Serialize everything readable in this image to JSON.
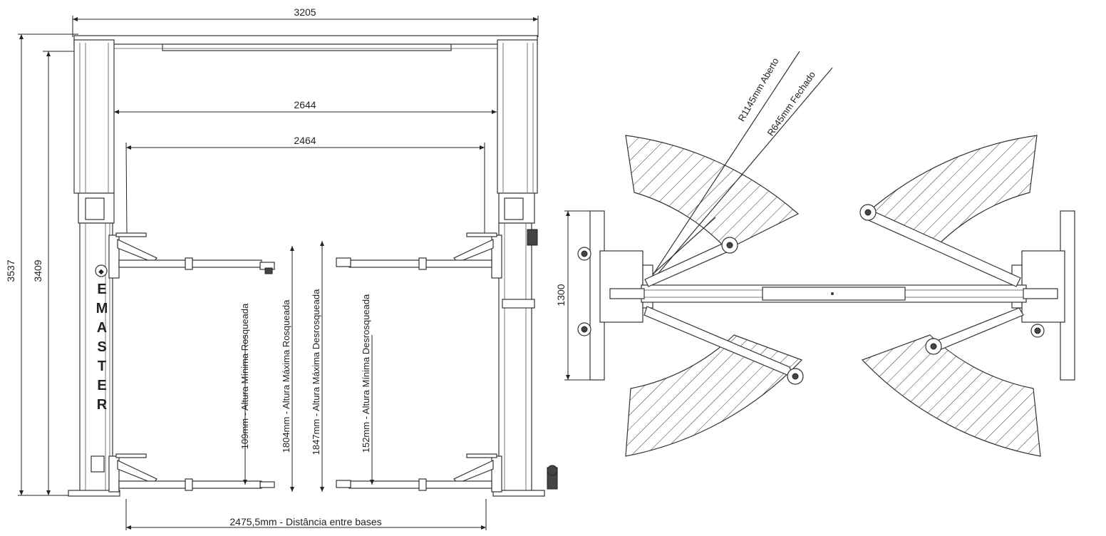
{
  "front_view": {
    "dims": {
      "overall_width": "3205",
      "inner_width_1": "2644",
      "inner_width_2": "2464",
      "overall_height": "3537",
      "column_height": "3409",
      "base_distance": "2475,5mm - Distância entre bases"
    },
    "heights": {
      "min_threaded": "109mm - Altura Mínima Rosqueada",
      "max_threaded": "1804mm - Altura Máxima Rosqueada",
      "max_unthreaded": "1847mm - Altura Máxima Desrosqueada",
      "min_unthreaded": "152mm - Altura Mínima Desrosqueada"
    },
    "brand_letters": [
      "E",
      "M",
      "A",
      "S",
      "T",
      "E",
      "R"
    ]
  },
  "top_view": {
    "radius_open": "R1145mm Aberto",
    "radius_closed": "R645mm Fechado",
    "width": "1300"
  }
}
